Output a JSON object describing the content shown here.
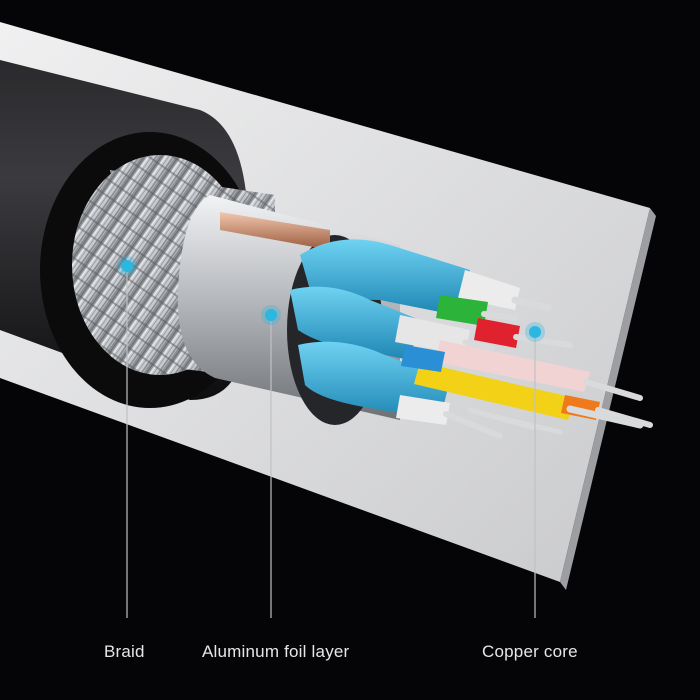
{
  "callouts": [
    {
      "label": "Braid",
      "color": "#2bb7e0"
    },
    {
      "label": "Aluminum foil layer",
      "color": "#2bb7e0"
    },
    {
      "label": "Copper core",
      "color": "#2bb7e0"
    }
  ],
  "colors": {
    "background": "#050507",
    "plate": "#d9dadc",
    "jacket": "#1c1c1e",
    "foil": "#c3c6ca",
    "insulation_blue": "#29a9d4",
    "wire_green": "#2bb33a",
    "wire_red": "#e0212e",
    "wire_yellow": "#f3d117",
    "wire_orange": "#ee7a1c",
    "copper": "#c98a6a",
    "leader_line": "#bfc2c6"
  }
}
